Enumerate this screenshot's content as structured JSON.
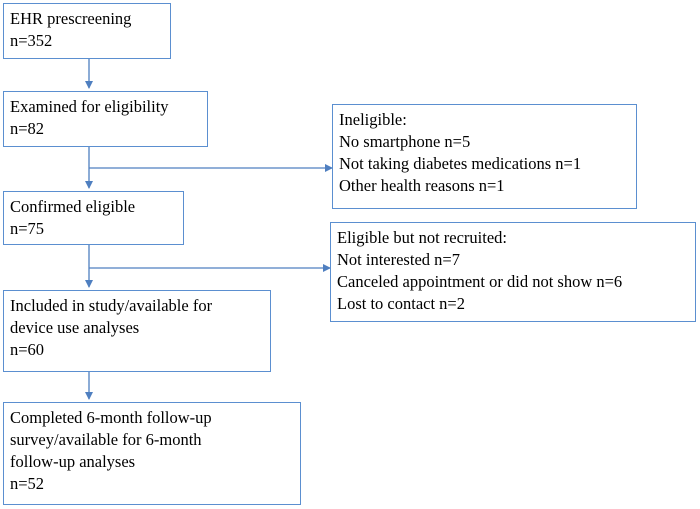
{
  "colors": {
    "box_border": "#5b8fd0",
    "arrow": "#4f7fc0",
    "text": "#000000"
  },
  "steps": [
    {
      "id": "prescreen",
      "lines": [
        "EHR prescreening",
        "n=352"
      ]
    },
    {
      "id": "examined",
      "lines": [
        "Examined for eligibility",
        "n=82"
      ]
    },
    {
      "id": "confirmed",
      "lines": [
        "Confirmed eligible",
        "n=75"
      ]
    },
    {
      "id": "included",
      "lines": [
        "Included in study/available for",
        "device use analyses",
        "n=60"
      ]
    },
    {
      "id": "completed",
      "lines": [
        "Completed 6-month follow-up",
        "survey/available for 6-month",
        "follow-up analyses",
        "n=52"
      ]
    }
  ],
  "exclusions": [
    {
      "id": "ineligible",
      "lines": [
        "Ineligible:",
        "No smartphone n=5",
        "Not taking diabetes medications n=1",
        "Other health reasons n=1"
      ]
    },
    {
      "id": "not-recruited",
      "lines": [
        "Eligible but not recruited:",
        "Not interested n=7",
        "Canceled appointment or did not show n=6",
        "Lost to contact n=2"
      ]
    }
  ]
}
